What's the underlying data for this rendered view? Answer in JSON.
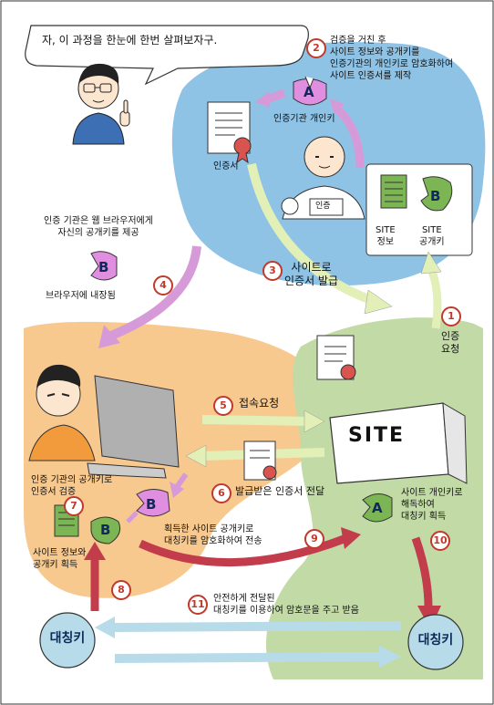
{
  "speech": "자, 이 과정을 한눈에 한번 살펴보자구.",
  "ca_section": {
    "step2_text": "검증을 거친 후\n사이트 정보와 공개키를\n인증기관의 개인키로 암호화하여\n사이트 인증서를 제작",
    "ca_private_key_label": "인증기관 개인키",
    "certificate_label": "인증서",
    "badge_label": "인증",
    "site_info_label": "SITE\n정보",
    "site_public_key_label": "SITE\n공개키",
    "step4_text": "인증 기관은 웹 브라우저에게\n자신의 공개키를 제공",
    "browser_builtin_label": "브라우저에 내장됨",
    "step3_text": "사이트로\n인증서 발급"
  },
  "steps": {
    "s1": "1",
    "s2": "2",
    "s3": "3",
    "s4": "4",
    "s5": "5",
    "s6": "6",
    "s7": "7",
    "s8": "8",
    "s9": "9",
    "s10": "10",
    "s11": "11"
  },
  "key_letters": {
    "a": "A",
    "b": "B"
  },
  "site": {
    "sign": "SITE",
    "step1_text": "인증\n요청",
    "step10_text": "사이트 개인키로\n해독하여\n대칭키 획득"
  },
  "flow": {
    "step5_text": "접속요청",
    "step6_text": "발급받은 인증서 전달",
    "step7_text": "인증 기관의 공개키로\n인증서 검증",
    "site_info_key_text": "사이트 정보와\n공개키 획득",
    "step9_text": "획득한 사이트 공개키로\n대칭키를 암호화하여 전송",
    "step11_text": "안전하게 전달된\n대칭키를 이용하여 암호문을 주고 받음"
  },
  "symmetric_key_label": "대칭키",
  "colors": {
    "blue_zone": "#8ec3e6",
    "orange_zone": "#f7c98f",
    "green_zone": "#c2dba6",
    "pink_arrow": "#d79ad8",
    "light_green_arrow": "#e2efb6",
    "red_arrow": "#c33c4b",
    "light_blue_arrow": "#b7dbe8",
    "step_circle": "#c0392b",
    "key_a": "#e08ee0",
    "key_b": "#7cb553"
  }
}
